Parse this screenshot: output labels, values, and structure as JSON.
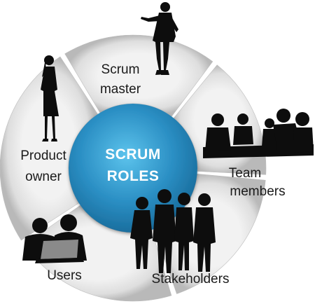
{
  "center": {
    "line1": "SCRUM",
    "line2": "ROLES",
    "color": "#2b8fc4"
  },
  "segments": [
    {
      "id": "scrum-master",
      "lines": [
        "Scrum",
        "master"
      ],
      "icon": "presenter-figure-icon"
    },
    {
      "id": "team-members",
      "lines": [
        "Team",
        "members"
      ],
      "icon": "team-meeting-icon"
    },
    {
      "id": "stakeholders",
      "lines": [
        "Stakeholders"
      ],
      "icon": "business-group-icon"
    },
    {
      "id": "users",
      "lines": [
        "Users"
      ],
      "icon": "laptop-users-icon"
    },
    {
      "id": "product-owner",
      "lines": [
        "Product",
        "owner"
      ],
      "icon": "businesswoman-icon"
    }
  ],
  "colors": {
    "ring_light": "#ececec",
    "ring_dark": "#bdbdbd",
    "divider": "#ffffff",
    "text": "#1a1a1a"
  }
}
